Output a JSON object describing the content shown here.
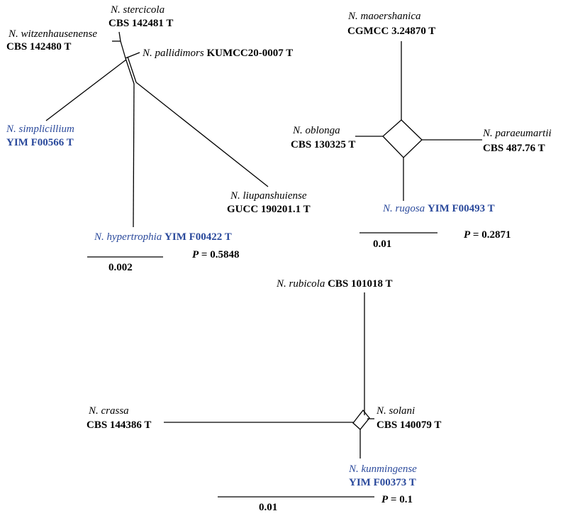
{
  "panel1": {
    "taxa": {
      "stercicola": {
        "species": "N. stercicola",
        "strain": "CBS 142481 T"
      },
      "witzenhausenense": {
        "species": "N. witzenhausenense",
        "strain": "CBS 142480 T"
      },
      "pallidimors": {
        "species": "N. pallidimors",
        "strain": "KUMCC20-0007 T"
      },
      "simplicillium": {
        "species": "N. simplicillium",
        "strain": "YIM F00566 T"
      },
      "liupanshuiense": {
        "species": "N. liupanshuiense",
        "strain": "GUCC 190201.1 T"
      },
      "hypertrophia": {
        "species": "N. hypertrophia",
        "strain": "YIM F00422 T"
      }
    },
    "scale": "0.002",
    "p_label": "P",
    "p_value": "= 0.5848"
  },
  "panel2": {
    "taxa": {
      "maoershanica": {
        "species": "N. maoershanica",
        "strain": "CGMCC 3.24870 T"
      },
      "oblonga": {
        "species": "N. oblonga",
        "strain": "CBS 130325 T"
      },
      "paraeumartii": {
        "species": "N. paraeumartii",
        "strain": "CBS 487.76 T"
      },
      "rugosa": {
        "species": "N. rugosa",
        "strain": "YIM F00493 T"
      }
    },
    "scale": "0.01",
    "p_label": "P",
    "p_value": "= 0.2871"
  },
  "panel3": {
    "taxa": {
      "rubicola": {
        "species": "N. rubicola",
        "strain": "CBS 101018 T"
      },
      "crassa": {
        "species": "N. crassa",
        "strain": "CBS 144386 T"
      },
      "solani": {
        "species": "N. solani",
        "strain": "CBS 140079 T"
      },
      "kunmingense": {
        "species": "N. kunmingense",
        "strain": "YIM F00373 T"
      }
    },
    "scale": "0.01",
    "p_label": "P",
    "p_value": "= 0.1"
  },
  "colors": {
    "highlight": "#2b4a9c",
    "default": "#000000"
  }
}
